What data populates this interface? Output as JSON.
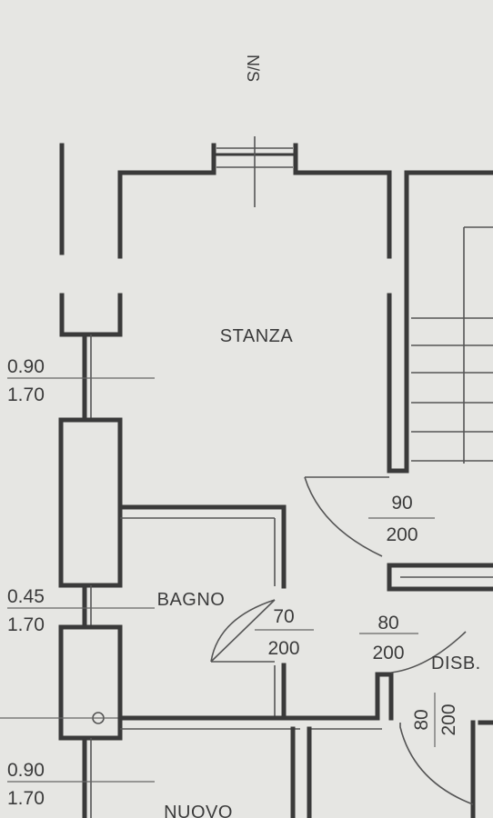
{
  "rooms": {
    "stanza": "STANZA",
    "bagno": "BAGNO",
    "disb": "DISB.",
    "nuovo": "NUOVO"
  },
  "north_mark": "N/S",
  "windows": {
    "w1": {
      "top": "0.90",
      "bottom": "1.70"
    },
    "w2": {
      "top": "0.45",
      "bottom": "1.70"
    },
    "w3": {
      "top": "0.90",
      "bottom": "1.70"
    }
  },
  "doors": {
    "stanza": {
      "width": "90",
      "height": "200"
    },
    "bagno": {
      "width": "70",
      "height": "200"
    },
    "disb": {
      "width": "80",
      "height": "200"
    },
    "lower": {
      "width": "80",
      "height": "200"
    }
  }
}
